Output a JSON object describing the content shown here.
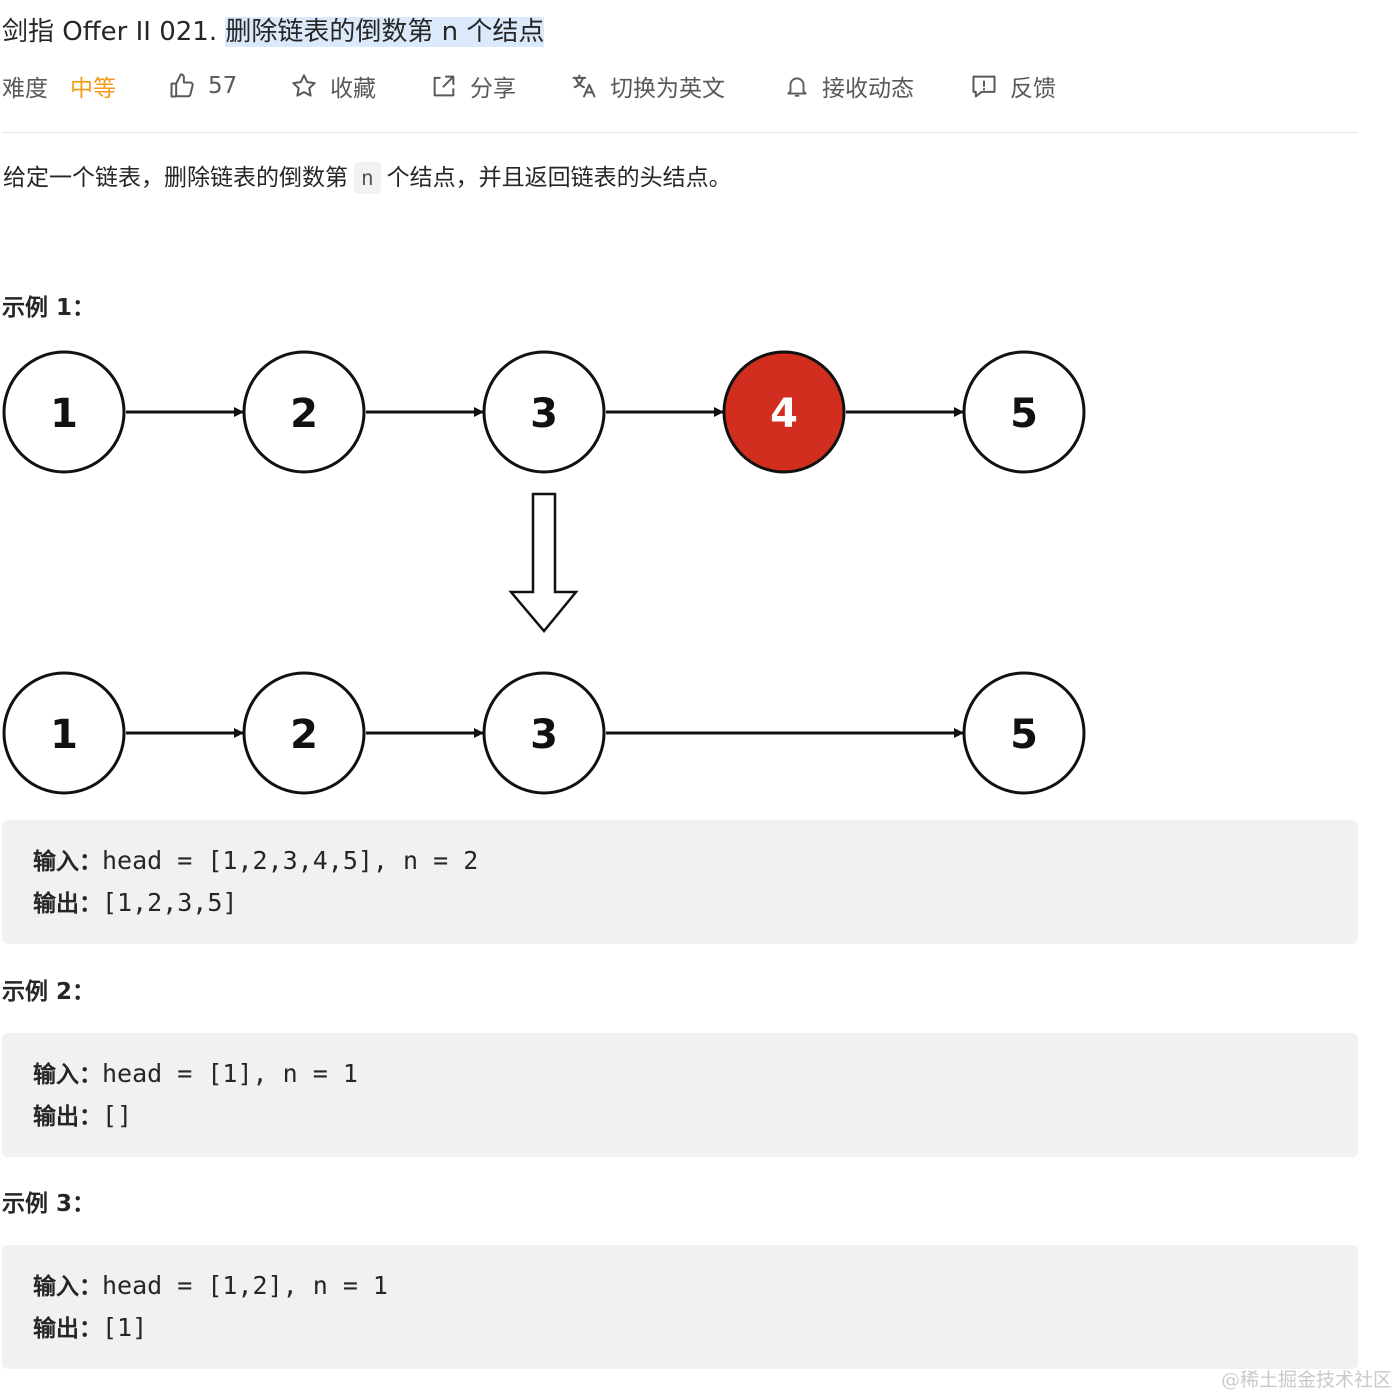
{
  "problem": {
    "title_prefix": "剑指 Offer II 021.",
    "title_main": "删除链表的倒数第 n 个结点"
  },
  "meta": {
    "difficulty_label": "难度",
    "difficulty_value": "中等",
    "likes": "57",
    "favorite": "收藏",
    "share": "分享",
    "switch_lang": "切换为英文",
    "subscribe": "接收动态",
    "feedback": "反馈"
  },
  "description": {
    "before": "给定一个链表，删除链表的倒数第",
    "code": "n",
    "after": "个结点，并且返回链表的头结点。"
  },
  "diagram": {
    "top_nodes": [
      "1",
      "2",
      "3",
      "4",
      "5"
    ],
    "bottom_nodes": [
      "1",
      "2",
      "3",
      "5"
    ],
    "highlight_node": "4",
    "highlight_color": "#d12e1f"
  },
  "examples": [
    {
      "title": "示例 1：",
      "input_label": "输入：",
      "input": "head = [1,2,3,4,5], n = 2",
      "output_label": "输出：",
      "output": "[1,2,3,5]"
    },
    {
      "title": "示例 2：",
      "input_label": "输入：",
      "input": "head = [1], n = 1",
      "output_label": "输出：",
      "output": "[]"
    },
    {
      "title": "示例 3：",
      "input_label": "输入：",
      "input": "head = [1,2], n = 1",
      "output_label": "输出：",
      "output": "[1]"
    }
  ],
  "watermark": "@稀土掘金技术社区"
}
